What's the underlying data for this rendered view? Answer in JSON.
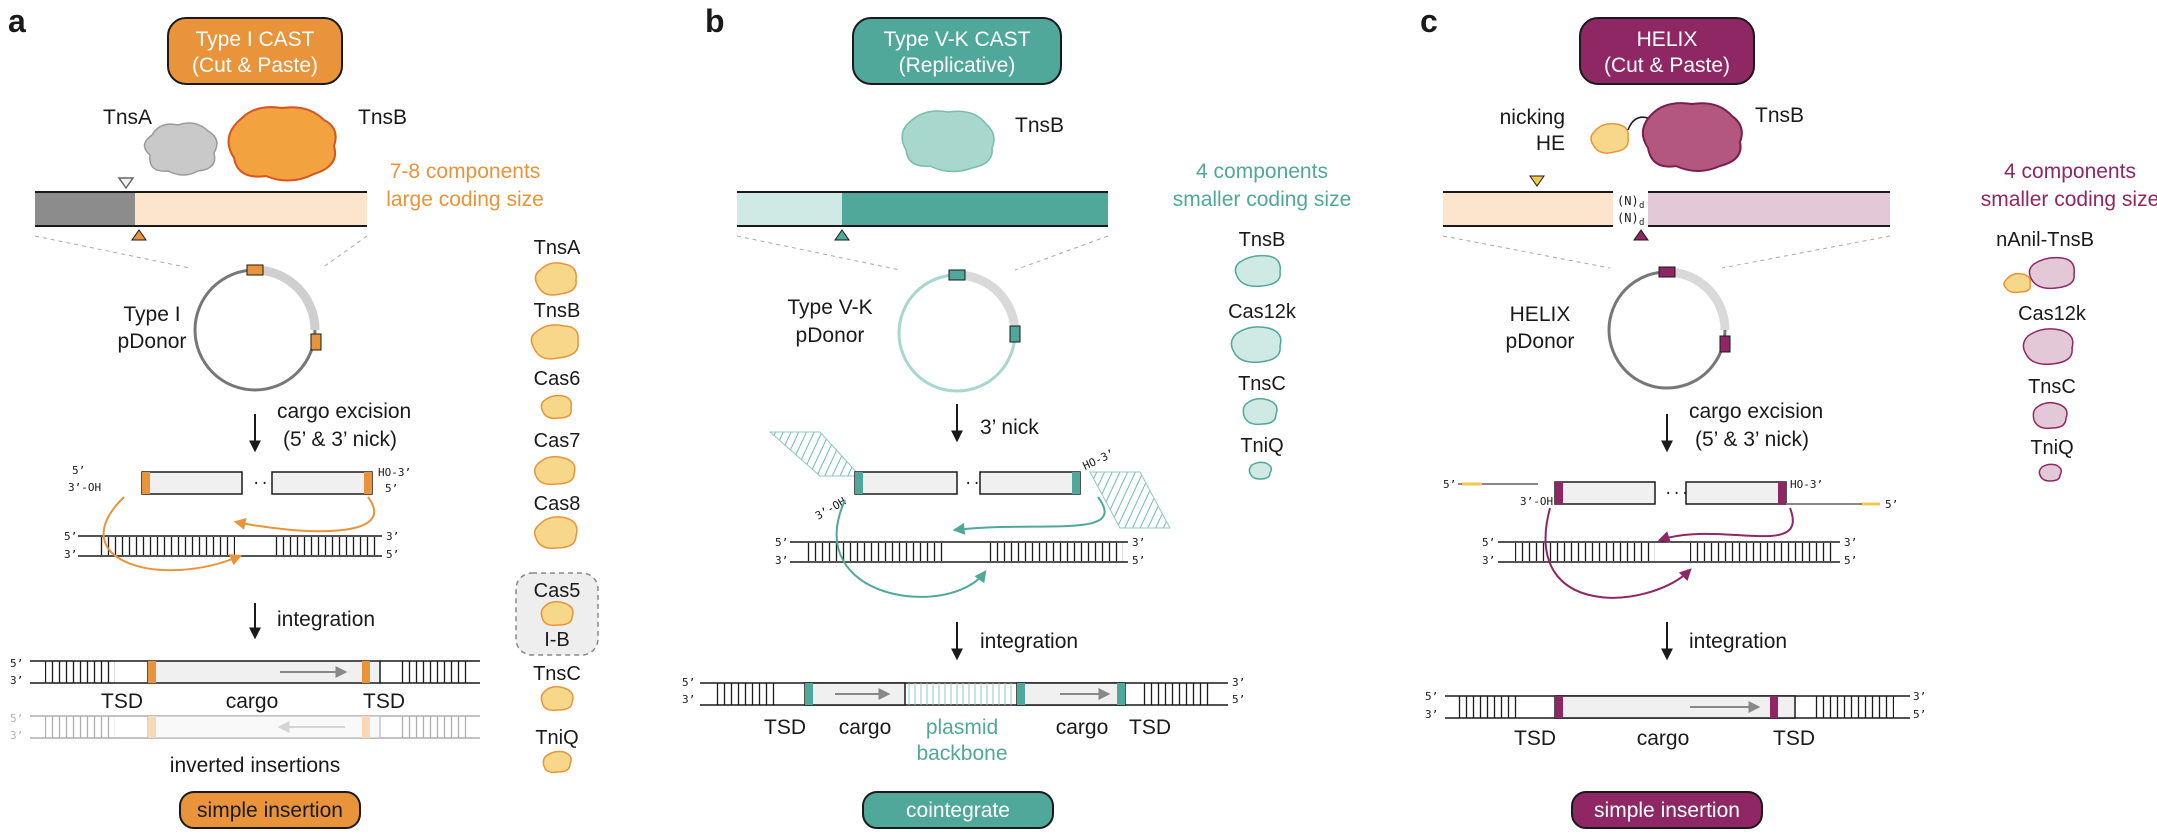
{
  "colors": {
    "orange": "#E9943A",
    "orange_light": "#FCE5CC",
    "orange_protein": "#F7D88B",
    "teal": "#4FA89A",
    "teal_light": "#CFE9E4",
    "magenta": "#8F2765",
    "magenta_light": "#E3C9D8",
    "gray": "#9a9a9a"
  },
  "panels": {
    "a": {
      "letter": "a",
      "pill": [
        "Type I CAST",
        "(Cut & Paste)"
      ],
      "proteins": [
        "TnsA",
        "TnsB"
      ],
      "components": [
        "7-8 components",
        "large coding size"
      ],
      "list": [
        "TnsA",
        "TnsB",
        "Cas6",
        "Cas7",
        "Cas8",
        "Cas5",
        "I-B",
        "TnsC",
        "TniQ"
      ],
      "pdonor": [
        "Type I",
        "pDonor"
      ],
      "step1": [
        "cargo excision",
        "(5’ & 3’ nick)"
      ],
      "step2": "integration",
      "tsd": "TSD",
      "cargo": "cargo",
      "inverted": "inverted insertions",
      "outcome": "simple insertion",
      "ends": {
        "five": "5’",
        "three": "3’",
        "oh": "3’-OH",
        "ho": "HO-3’"
      }
    },
    "b": {
      "letter": "b",
      "pill": [
        "Type V-K CAST",
        "(Replicative)"
      ],
      "proteins": [
        "TnsB"
      ],
      "components": [
        "4 components",
        "smaller coding size"
      ],
      "list": [
        "TnsB",
        "Cas12k",
        "TnsC",
        "TniQ"
      ],
      "pdonor": [
        "Type V-K",
        "pDonor"
      ],
      "step1": "3’ nick",
      "step2": "integration",
      "tsd": "TSD",
      "cargo": "cargo",
      "backbone": [
        "plasmid",
        "backbone"
      ],
      "outcome": "cointegrate",
      "ends": {
        "five": "5’",
        "three": "3’",
        "oh": "3’-OH",
        "ho": "HO-3’"
      }
    },
    "c": {
      "letter": "c",
      "pill": [
        "HELIX",
        "(Cut & Paste)"
      ],
      "proteins": [
        "nicking",
        "HE",
        "TnsB"
      ],
      "components": [
        "4 components",
        "smaller coding size"
      ],
      "list": [
        "nAnil-TnsB",
        "Cas12k",
        "TnsC",
        "TniQ"
      ],
      "pdonor": [
        "HELIX",
        "pDonor"
      ],
      "step1": [
        "cargo excision",
        "(5’ & 3’ nick)"
      ],
      "step2": "integration",
      "tsd": "TSD",
      "cargo": "cargo",
      "spacer": "(N)",
      "spacer_sub": "d",
      "outcome": "simple insertion",
      "ends": {
        "five": "5’",
        "three": "3’",
        "oh": "3’-OH",
        "ho": "HO-3’"
      }
    }
  }
}
